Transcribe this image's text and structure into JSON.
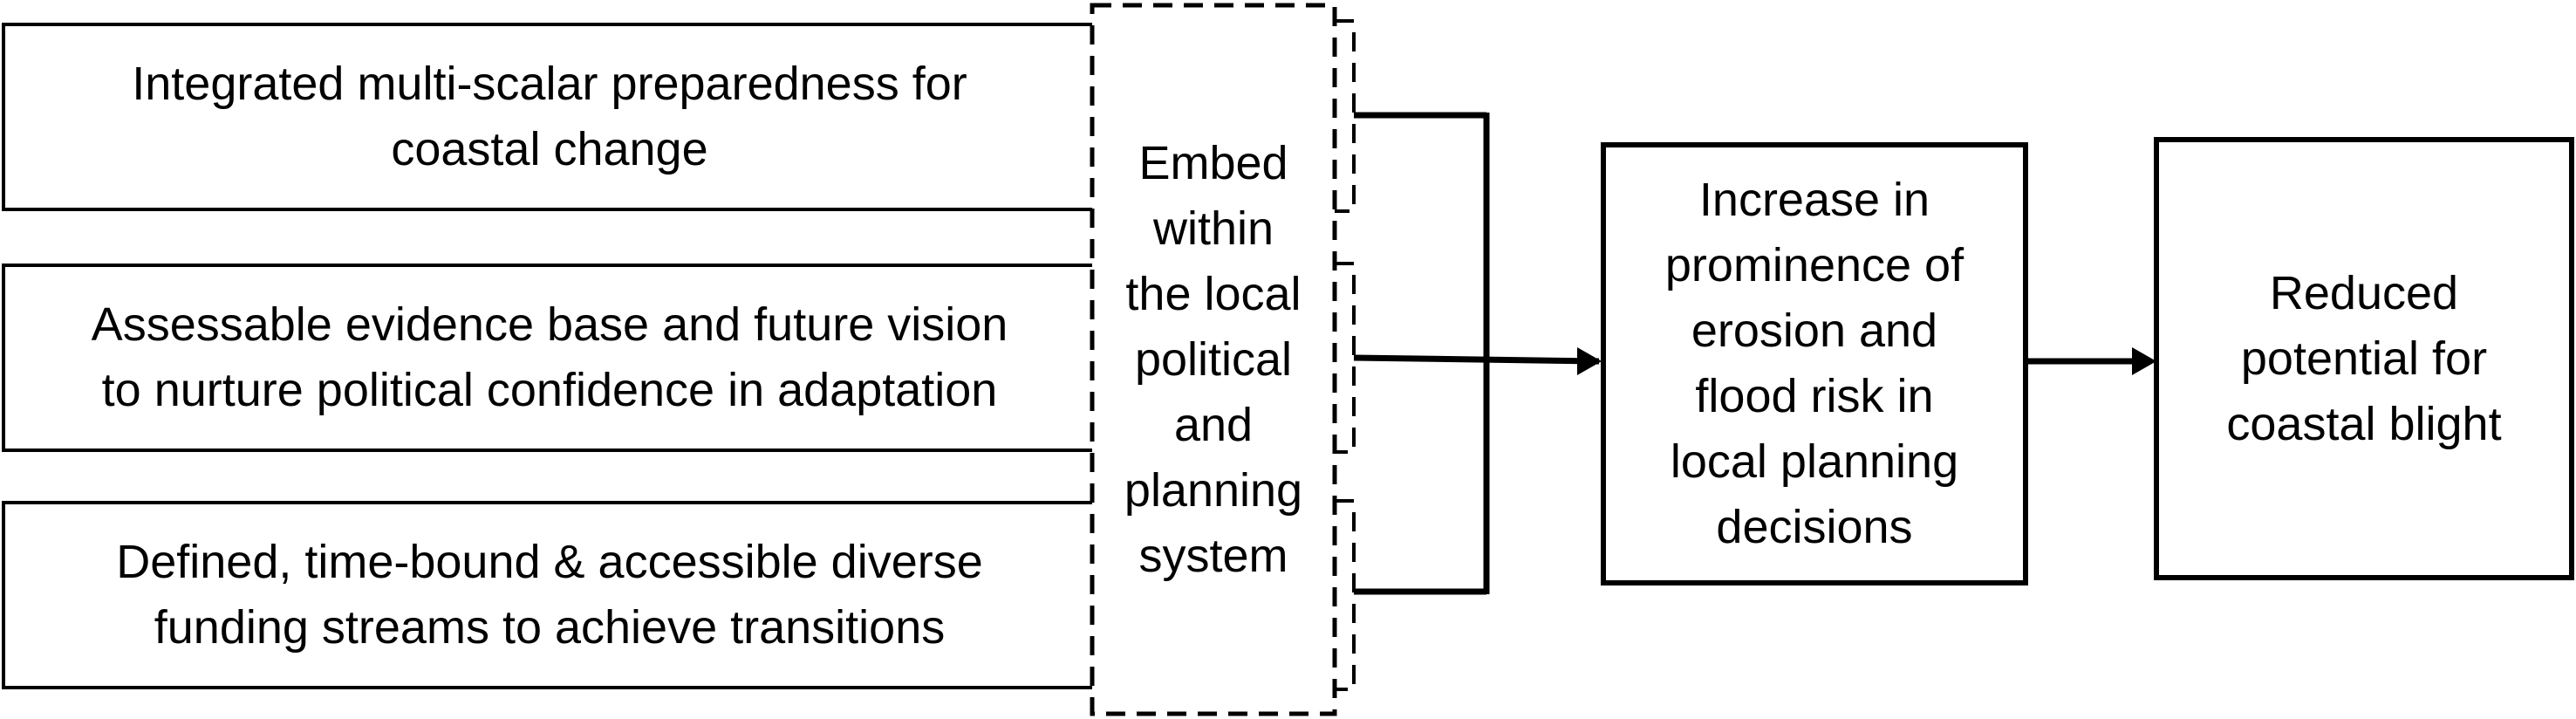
{
  "diagram": {
    "inputs": [
      {
        "text": "Integrated multi-scalar preparedness for\ncoastal change"
      },
      {
        "text": "Assessable evidence base and future vision\nto nurture political confidence in adaptation"
      },
      {
        "text": "Defined, time-bound & accessible diverse\nfunding streams to achieve transitions"
      }
    ],
    "embed": {
      "text": "Embed\nwithin\nthe local\npolitical\nand\nplanning\nsystem"
    },
    "outcome": {
      "text": "Increase in\nprominence of\nerosion and\nflood risk in\nlocal planning\ndecisions"
    },
    "result": {
      "text": "Reduced\npotential for\ncoastal blight"
    }
  }
}
